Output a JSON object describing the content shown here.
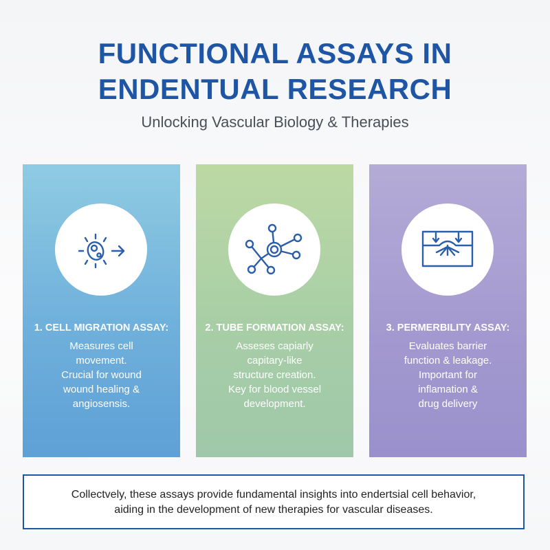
{
  "header": {
    "title_line1": "FUNCTIONAL ASSAYS IN",
    "title_line2": "ENDENTUAL RESEARCH",
    "subtitle": "Unlocking Vascular Biology & Therapies"
  },
  "cards": [
    {
      "icon": "cell-migration-icon",
      "heading": "1. CELL MIGRATION ASSAY:",
      "lines": [
        "Measures cell",
        "movement.",
        "Crucial for wound",
        "wound healing &",
        "angiosensis."
      ],
      "color": "#6fb0dc"
    },
    {
      "icon": "tube-network-icon",
      "heading": "2. TUBE FORMATION ASSAY:",
      "lines": [
        "Asseses capiarly",
        "capitary-like",
        "structure creation.",
        "Key for blood vessel",
        "development."
      ],
      "color": "#a8cea6"
    },
    {
      "icon": "barrier-permeability-icon",
      "heading": "3. PERMERBILITY ASSAY:",
      "lines": [
        "Evaluates barrier",
        "function & leakage.",
        "Important for",
        "inflamation &",
        "drug delivery"
      ],
      "color": "#a49ad0"
    }
  ],
  "footer": {
    "line1": "Collectvely, these assays provide fundamental insights into endertsial cell behavior,",
    "line2": "aiding in the development of new therapies for vascular diseases."
  },
  "colors": {
    "accent": "#1e56a5",
    "icon_stroke": "#2b5ea8"
  }
}
